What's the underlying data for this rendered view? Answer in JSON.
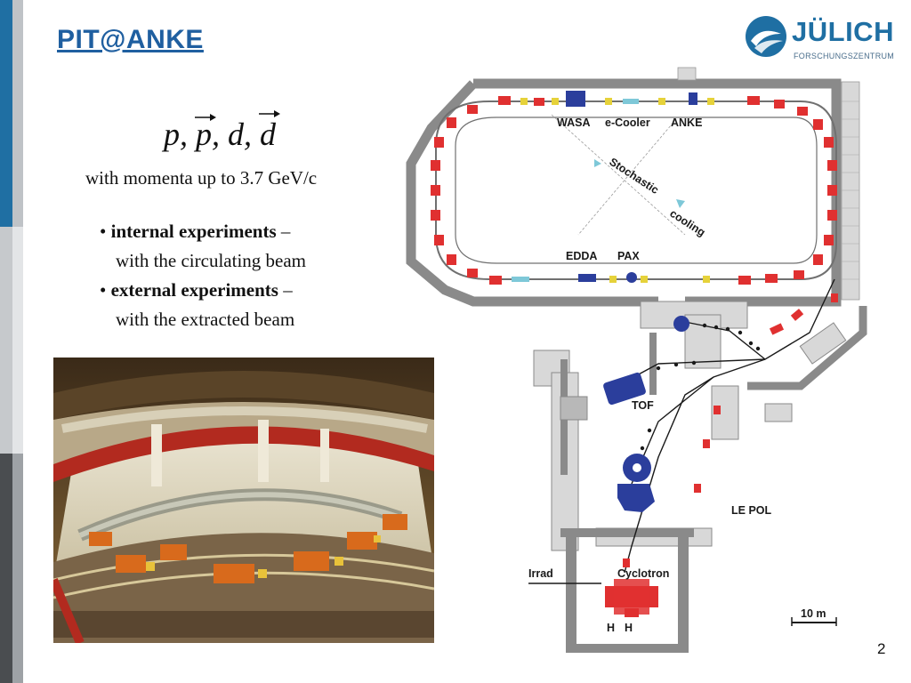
{
  "slide": {
    "title": "PIT@ANKE",
    "particles": [
      "p",
      "p",
      "d",
      "d"
    ],
    "particles_arrow": [
      false,
      true,
      false,
      true
    ],
    "momenta": "with momenta up to 3.7 GeV/c",
    "bullets": [
      {
        "bold": "internal experiments",
        "rest": " –",
        "sub": "with the circulating beam"
      },
      {
        "bold": "external experiments",
        "rest": " –",
        "sub": "with the extracted beam"
      }
    ],
    "page_number": "2"
  },
  "logo": {
    "name": "JÜLICH",
    "subtitle": "FORSCHUNGSZENTRUM",
    "color": "#1f6fa3"
  },
  "diagram": {
    "labels": {
      "wasa": "WASA",
      "ecooler": "e-Cooler",
      "anke": "ANKE",
      "stochastic": "Stochastic",
      "cooling": "cooling",
      "edda": "EDDA",
      "pax": "PAX",
      "tof": "TOF",
      "lepol": "LE POL",
      "irrad": "Irrad",
      "cyclotron": "Cyclotron",
      "h1": "H",
      "h2": "H",
      "scale": "10 m"
    },
    "colors": {
      "magnet": "#e03030",
      "detector": "#2b3e9c",
      "wall": "#8a8a8a",
      "brick": "#d4d4d4"
    }
  }
}
